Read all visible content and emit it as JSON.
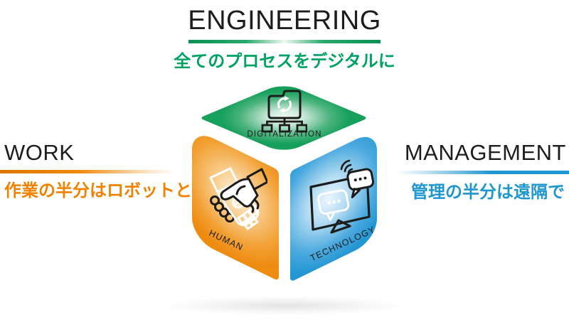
{
  "engineering": {
    "title": "ENGINEERING",
    "subtitle": "全てのプロセスをデジタルに",
    "accent": "#00a263"
  },
  "work": {
    "title": "WORK",
    "subtitle": "作業の半分はロボットと",
    "accent": "#ef8200"
  },
  "management": {
    "title": "MANAGEMENT",
    "subtitle": "管理の半分は遠隔で",
    "accent": "#1e96d0"
  },
  "cube": {
    "top": {
      "label": "DIGITALIZATION",
      "icon": "folder-sync-network-icon",
      "face_color": "#17a05b"
    },
    "left": {
      "label": "HUMAN",
      "icon": "human-robot-handshake-icon",
      "face_color": "#ee8c12"
    },
    "right": {
      "label": "TECHNOLOGY",
      "icon": "monitor-chat-icon",
      "face_color": "#2497d3"
    }
  },
  "heading_text_color": "#1d1d1b"
}
